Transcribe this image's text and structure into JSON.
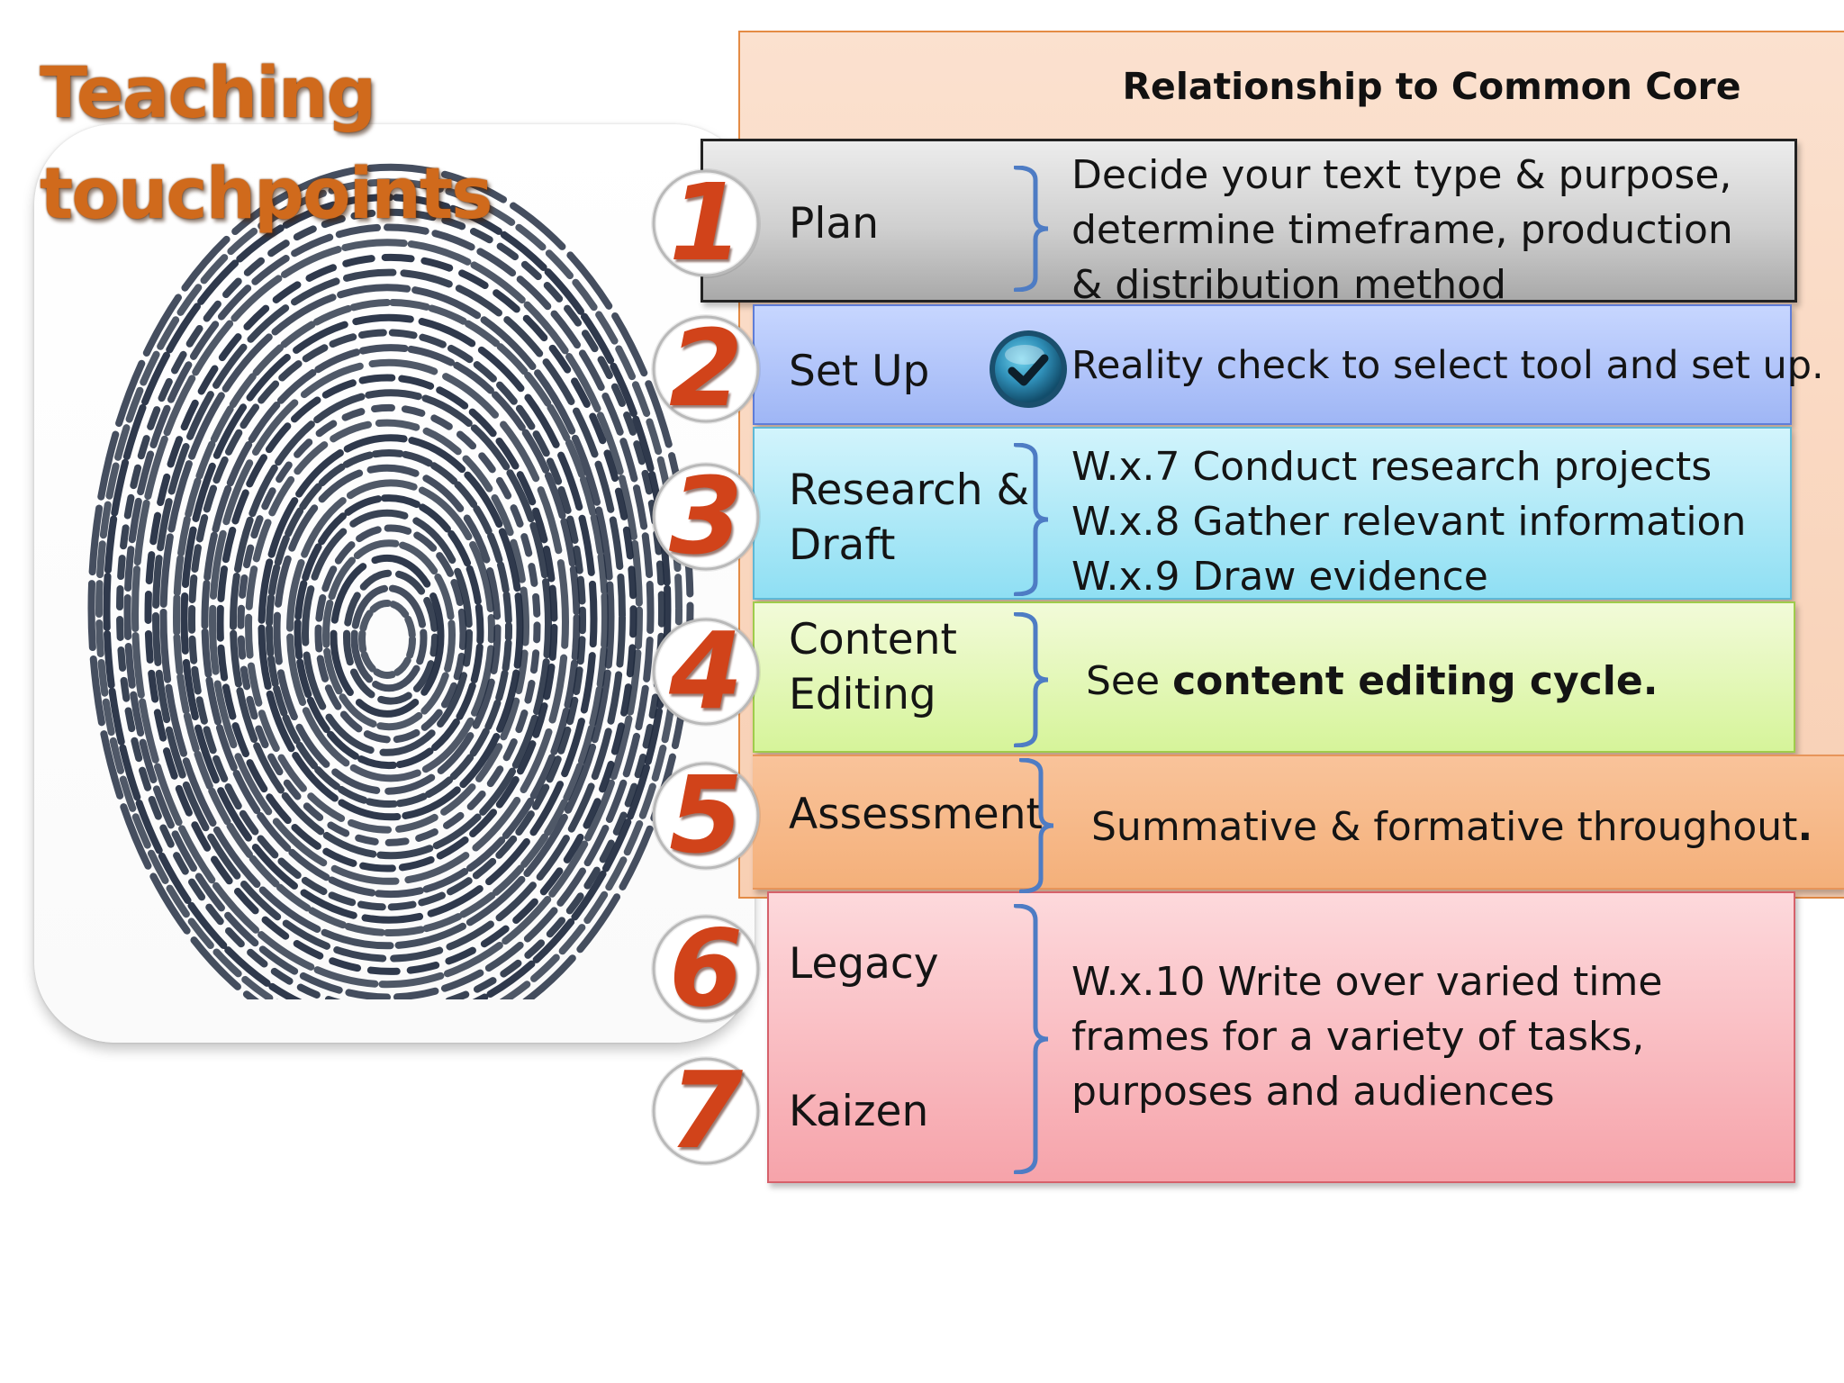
{
  "title": {
    "line1": "Teaching",
    "line2": "touchpoints"
  },
  "header": {
    "title": "Relationship to Common Core"
  },
  "icons": {
    "fingerprint": "fingerprint-icon",
    "check": "checkmark-icon"
  },
  "colors": {
    "title": "#d06a1c",
    "plan": "#cfcfcf",
    "setup": "#9fb6f5",
    "research": "#8fdff3",
    "editing": "#d6f49a",
    "assessment": "#f4b07a",
    "legacy": "#f6a3aa",
    "brace": "#4e7cc4",
    "badge_number": "#d1431a"
  },
  "steps": [
    {
      "number": "1",
      "name": "Plan",
      "description": {
        "lines": [
          "Decide your text type & purpose,",
          "determine timeframe, production",
          "& distribution method"
        ]
      }
    },
    {
      "number": "2",
      "name": "Set Up",
      "description": {
        "text": "Reality check to select tool and set up."
      }
    },
    {
      "number": "3",
      "name": {
        "line1": "Research &",
        "line2": "Draft"
      },
      "description": {
        "lines": [
          "W.x.7 Conduct research projects",
          "W.x.8 Gather relevant information",
          "W.x.9 Draw evidence"
        ]
      }
    },
    {
      "number": "4",
      "name": {
        "line1": "Content",
        "line2": "Editing"
      },
      "description": {
        "prefix": "See ",
        "bold": "content editing cycle."
      }
    },
    {
      "number": "5",
      "name": "Assessment",
      "description": {
        "text": "Summative & formative throughout",
        "bold": "."
      }
    },
    {
      "number": "6",
      "name": "Legacy"
    },
    {
      "number": "7",
      "name": "Kaizen"
    }
  ],
  "shared_description": {
    "lines": [
      "W.x.10 Write over varied time",
      "frames for a variety of tasks,",
      "purposes and audiences"
    ]
  }
}
